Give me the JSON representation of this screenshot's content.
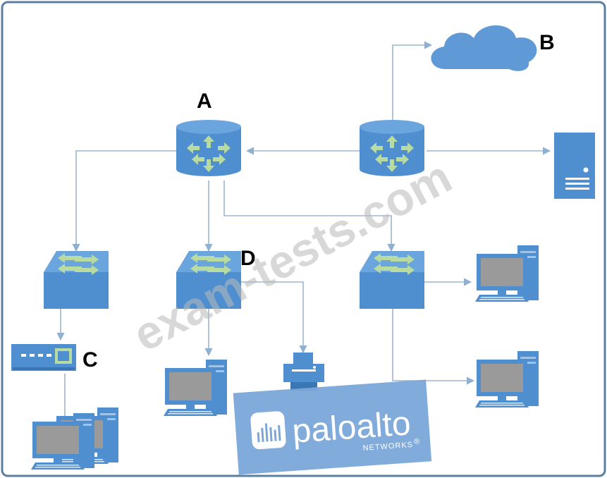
{
  "diagram": {
    "labels": {
      "a": "A",
      "b": "B",
      "c": "C",
      "d": "D"
    },
    "watermark": "exam-tests.com",
    "logo": {
      "main": "paloalto",
      "sub": "NETWORKS",
      "mark": "®"
    }
  },
  "colors": {
    "device_blue": "#4f8fd0",
    "device_dark": "#3a76b4",
    "arrow_green": "#b7dba0",
    "line": "#9db6cf",
    "frame": "#5b7fa0",
    "screen": "#9a9a9a",
    "logo_bg": "#79a7d8"
  }
}
